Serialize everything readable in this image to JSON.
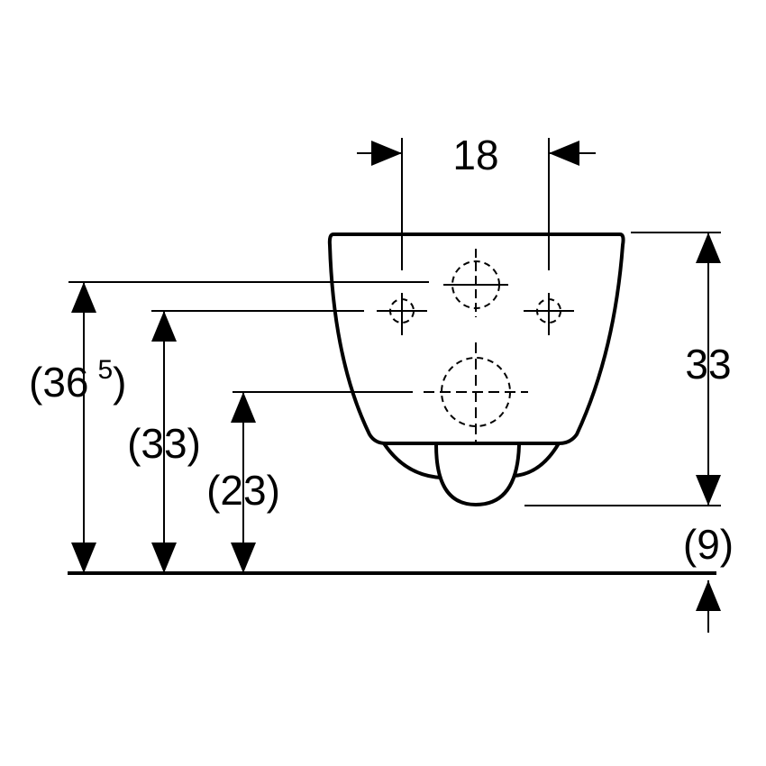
{
  "dimensions": {
    "top_width": "18",
    "bowl_height": "33",
    "bottom_gap": "(9)",
    "total_height_main": "(36",
    "total_height_sup": "5",
    "total_height_close": ")",
    "mid_height": "(33)",
    "low_height": "(23)"
  }
}
